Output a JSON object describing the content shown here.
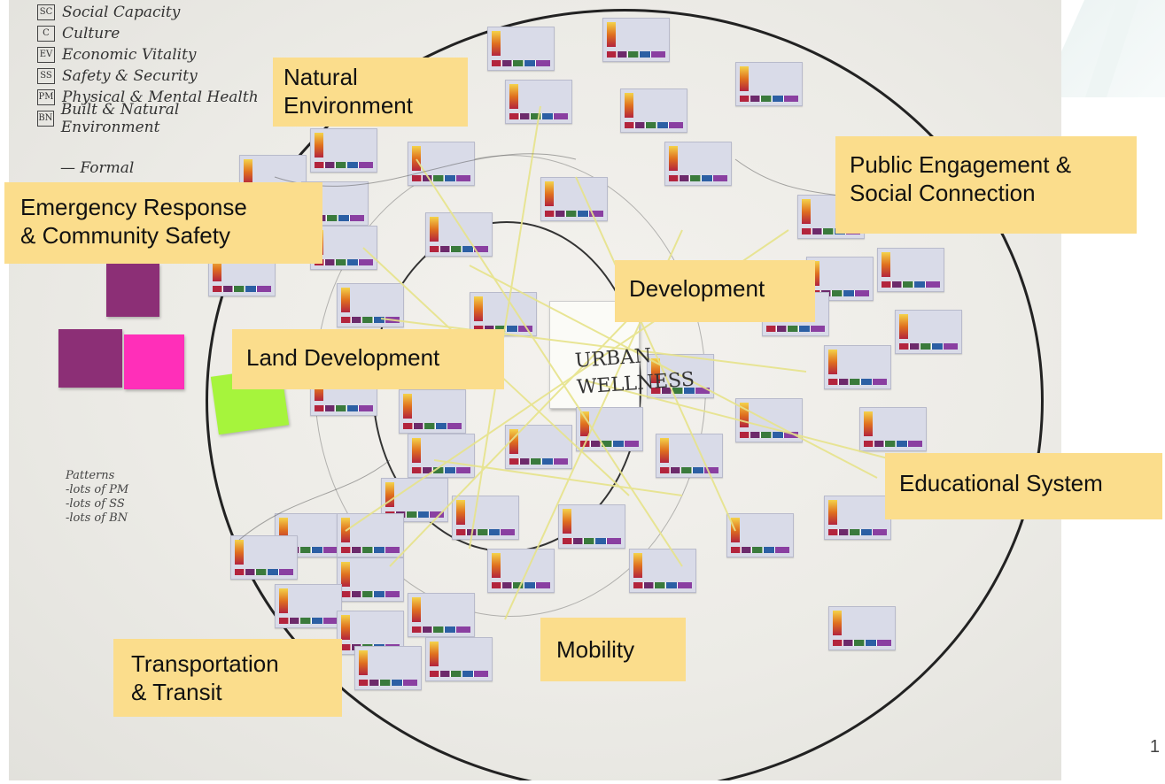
{
  "legend": {
    "items": [
      {
        "code": "SC",
        "text": "Social Capacity"
      },
      {
        "code": "C",
        "text": "Culture"
      },
      {
        "code": "EV",
        "text": "Economic Vitality"
      },
      {
        "code": "SS",
        "text": "Safety & Security"
      },
      {
        "code": "PM",
        "text": "Physical & Mental Health"
      },
      {
        "code": "BN",
        "text": "Built & Natural Environment"
      }
    ],
    "formal": "— Formal"
  },
  "patterns": {
    "title": "Patterns",
    "lines": [
      "-lots of PM",
      "-lots of SS",
      "-lots of BN"
    ]
  },
  "labels": {
    "natural_environment": [
      "Natural",
      "Environment"
    ],
    "public_engagement": [
      "Public Engagement &",
      "Social Connection"
    ],
    "emergency_response": [
      "Emergency Response",
      "& Community Safety"
    ],
    "development": [
      "Development"
    ],
    "land_development": [
      "Land Development"
    ],
    "educational_system": [
      "Educational System"
    ],
    "mobility": [
      "Mobility"
    ],
    "transportation": [
      "Transportation",
      "& Transit"
    ]
  },
  "center": {
    "text": "URBAN WELLNESS"
  },
  "slide": {
    "number": "1"
  },
  "colors": {
    "label_background": "#fbdd8c",
    "sticky_purple": "#8c2f76",
    "sticky_pink": "#ff2fb9",
    "sticky_green": "#a6f43c",
    "yarn": "#e7e38a"
  }
}
